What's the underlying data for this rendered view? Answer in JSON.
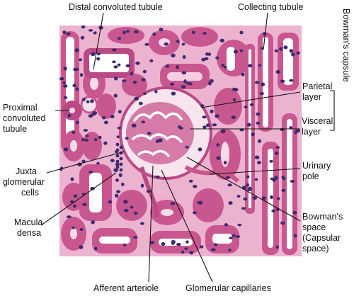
{
  "labels": {
    "distal_convoluted_tubule": "Distal convoluted tubule",
    "collecting_tubule": "Collecting tubule",
    "bowmans_capsule": "Bowman's capsule",
    "parietal_layer": [
      "Parietal",
      "layer"
    ],
    "visceral_layer": [
      "Visceral",
      "layer"
    ],
    "proximal_convoluted_tubule": [
      "Proximal",
      "convoluted",
      "tubule"
    ],
    "juxta_glomerular_cells": [
      "Juxta",
      "glomerular",
      "cells"
    ],
    "urinary_pole": [
      "Urinary",
      "pole"
    ],
    "macula_densa": [
      "Macula",
      "densa"
    ],
    "bowmans_space": [
      "Bowman's",
      "space",
      "(Capsular",
      "space)"
    ],
    "afferent_arteriole": "Afferent arteriole",
    "glomerular_capillaries": "Glomerular capillaries"
  },
  "colors": {
    "background": "#ffffff",
    "tissue_stroma": "#e9a9c9",
    "tubule_cytoplasm": "#c9578f",
    "nucleus": "#3e2a6e",
    "lumen": "#ffffff",
    "label_text": "#111111"
  }
}
